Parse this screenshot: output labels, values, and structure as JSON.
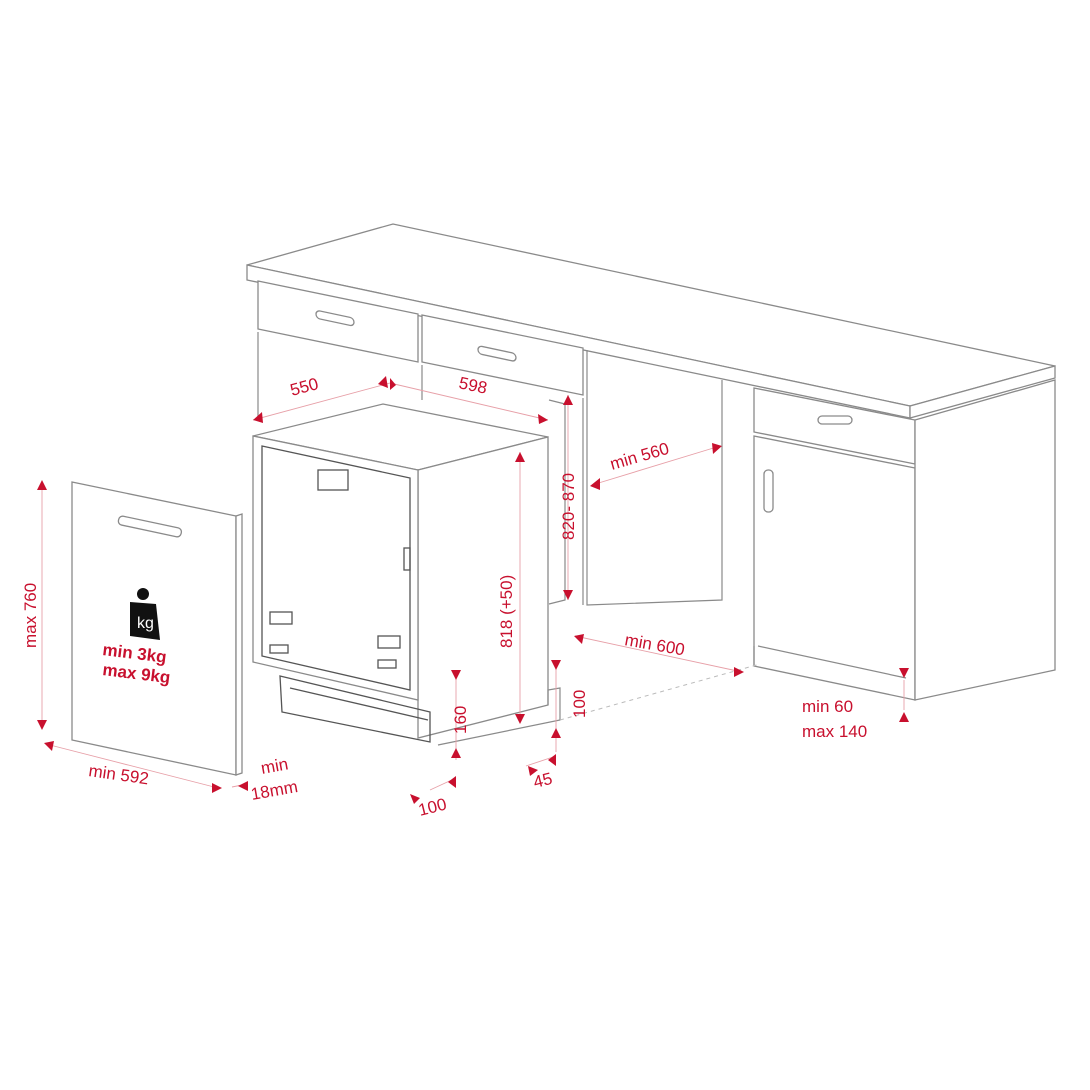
{
  "colors": {
    "dimension": "#c8102e",
    "outline": "#8a8a8a"
  },
  "dimensions": {
    "depth": "550",
    "width": "598",
    "niche_depth": "min 560",
    "niche_height": "820- 870",
    "appliance_height": "818 (+50)",
    "door_height": "max 760",
    "door_width": "min 592",
    "door_thickness_line1": "min",
    "door_thickness_line2": "18mm",
    "plinth_height": "160",
    "plinth_depth": "100",
    "kick_height": "100",
    "kick_depth": "45",
    "niche_width": "min 600",
    "plinth_gap_line1": "min 60",
    "plinth_gap_line2": "max 140"
  },
  "door_weight": {
    "icon": "weight-kg-icon",
    "icon_text": "kg",
    "min": "min  3kg",
    "max": "max 9kg"
  }
}
